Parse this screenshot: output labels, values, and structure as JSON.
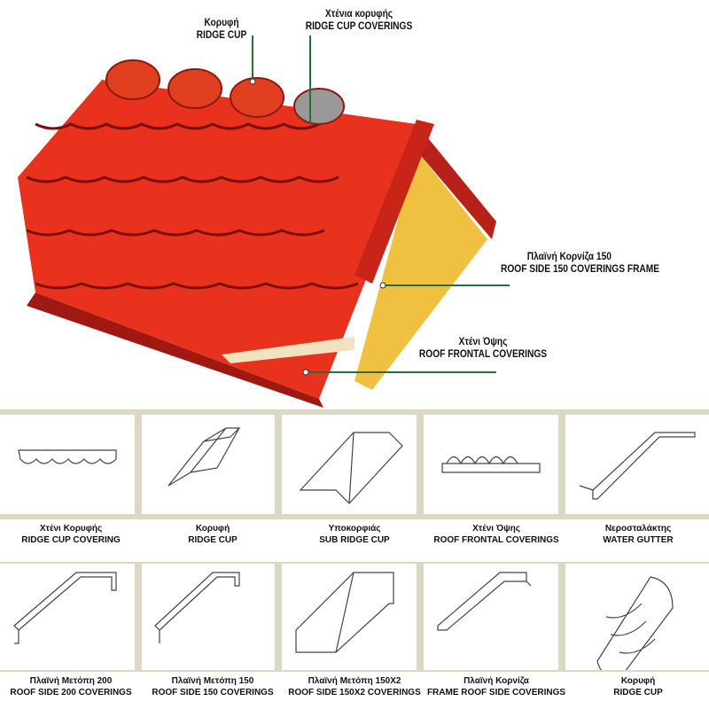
{
  "callouts": [
    {
      "greek": "Κορυφή",
      "english": "RIDGE CUP"
    },
    {
      "greek": "Χτένια κορυφής",
      "english": "RIDGE CUP COVERINGS"
    },
    {
      "greek": "Πλαϊνή Κορνίζα 150",
      "english": "ROOF SIDE 150 COVERINGS FRAME"
    },
    {
      "greek": "Χτένι Όψης",
      "english": "ROOF FRONTAL COVERINGS"
    }
  ],
  "parts": [
    {
      "greek": "Χτένι Κορυφής",
      "english": "RIDGE CUP COVERING"
    },
    {
      "greek": "Κορυφή",
      "english": "RIDGE CUP"
    },
    {
      "greek": "Υποκορφιάς",
      "english": "SUB RIDGE CUP"
    },
    {
      "greek": "Χτένι Όψης",
      "english": "ROOF FRONTAL COVERINGS"
    },
    {
      "greek": "Νεροσταλάκτης",
      "english": "WATER GUTTER"
    },
    {
      "greek": "Πλαϊνή Μετόπη 200",
      "english": "ROOF SIDE 200 COVERINGS"
    },
    {
      "greek": "Πλαϊνή Μετόπη 150",
      "english": "ROOF SIDE 150 COVERINGS"
    },
    {
      "greek": "Πλαϊνή Μετόπη 150X2",
      "english": "ROOF SIDE 150X2 COVERINGS"
    },
    {
      "greek": "Πλαϊνή Κορνίζα",
      "english": "FRAME ROOF SIDE COVERINGS"
    },
    {
      "greek": "Κορυφή",
      "english": "RIDGE CUP"
    }
  ],
  "colors": {
    "tile": "#e8321e",
    "tile_dark": "#a01812",
    "wood": "#f0c040",
    "leader": "#2d6b3a"
  }
}
